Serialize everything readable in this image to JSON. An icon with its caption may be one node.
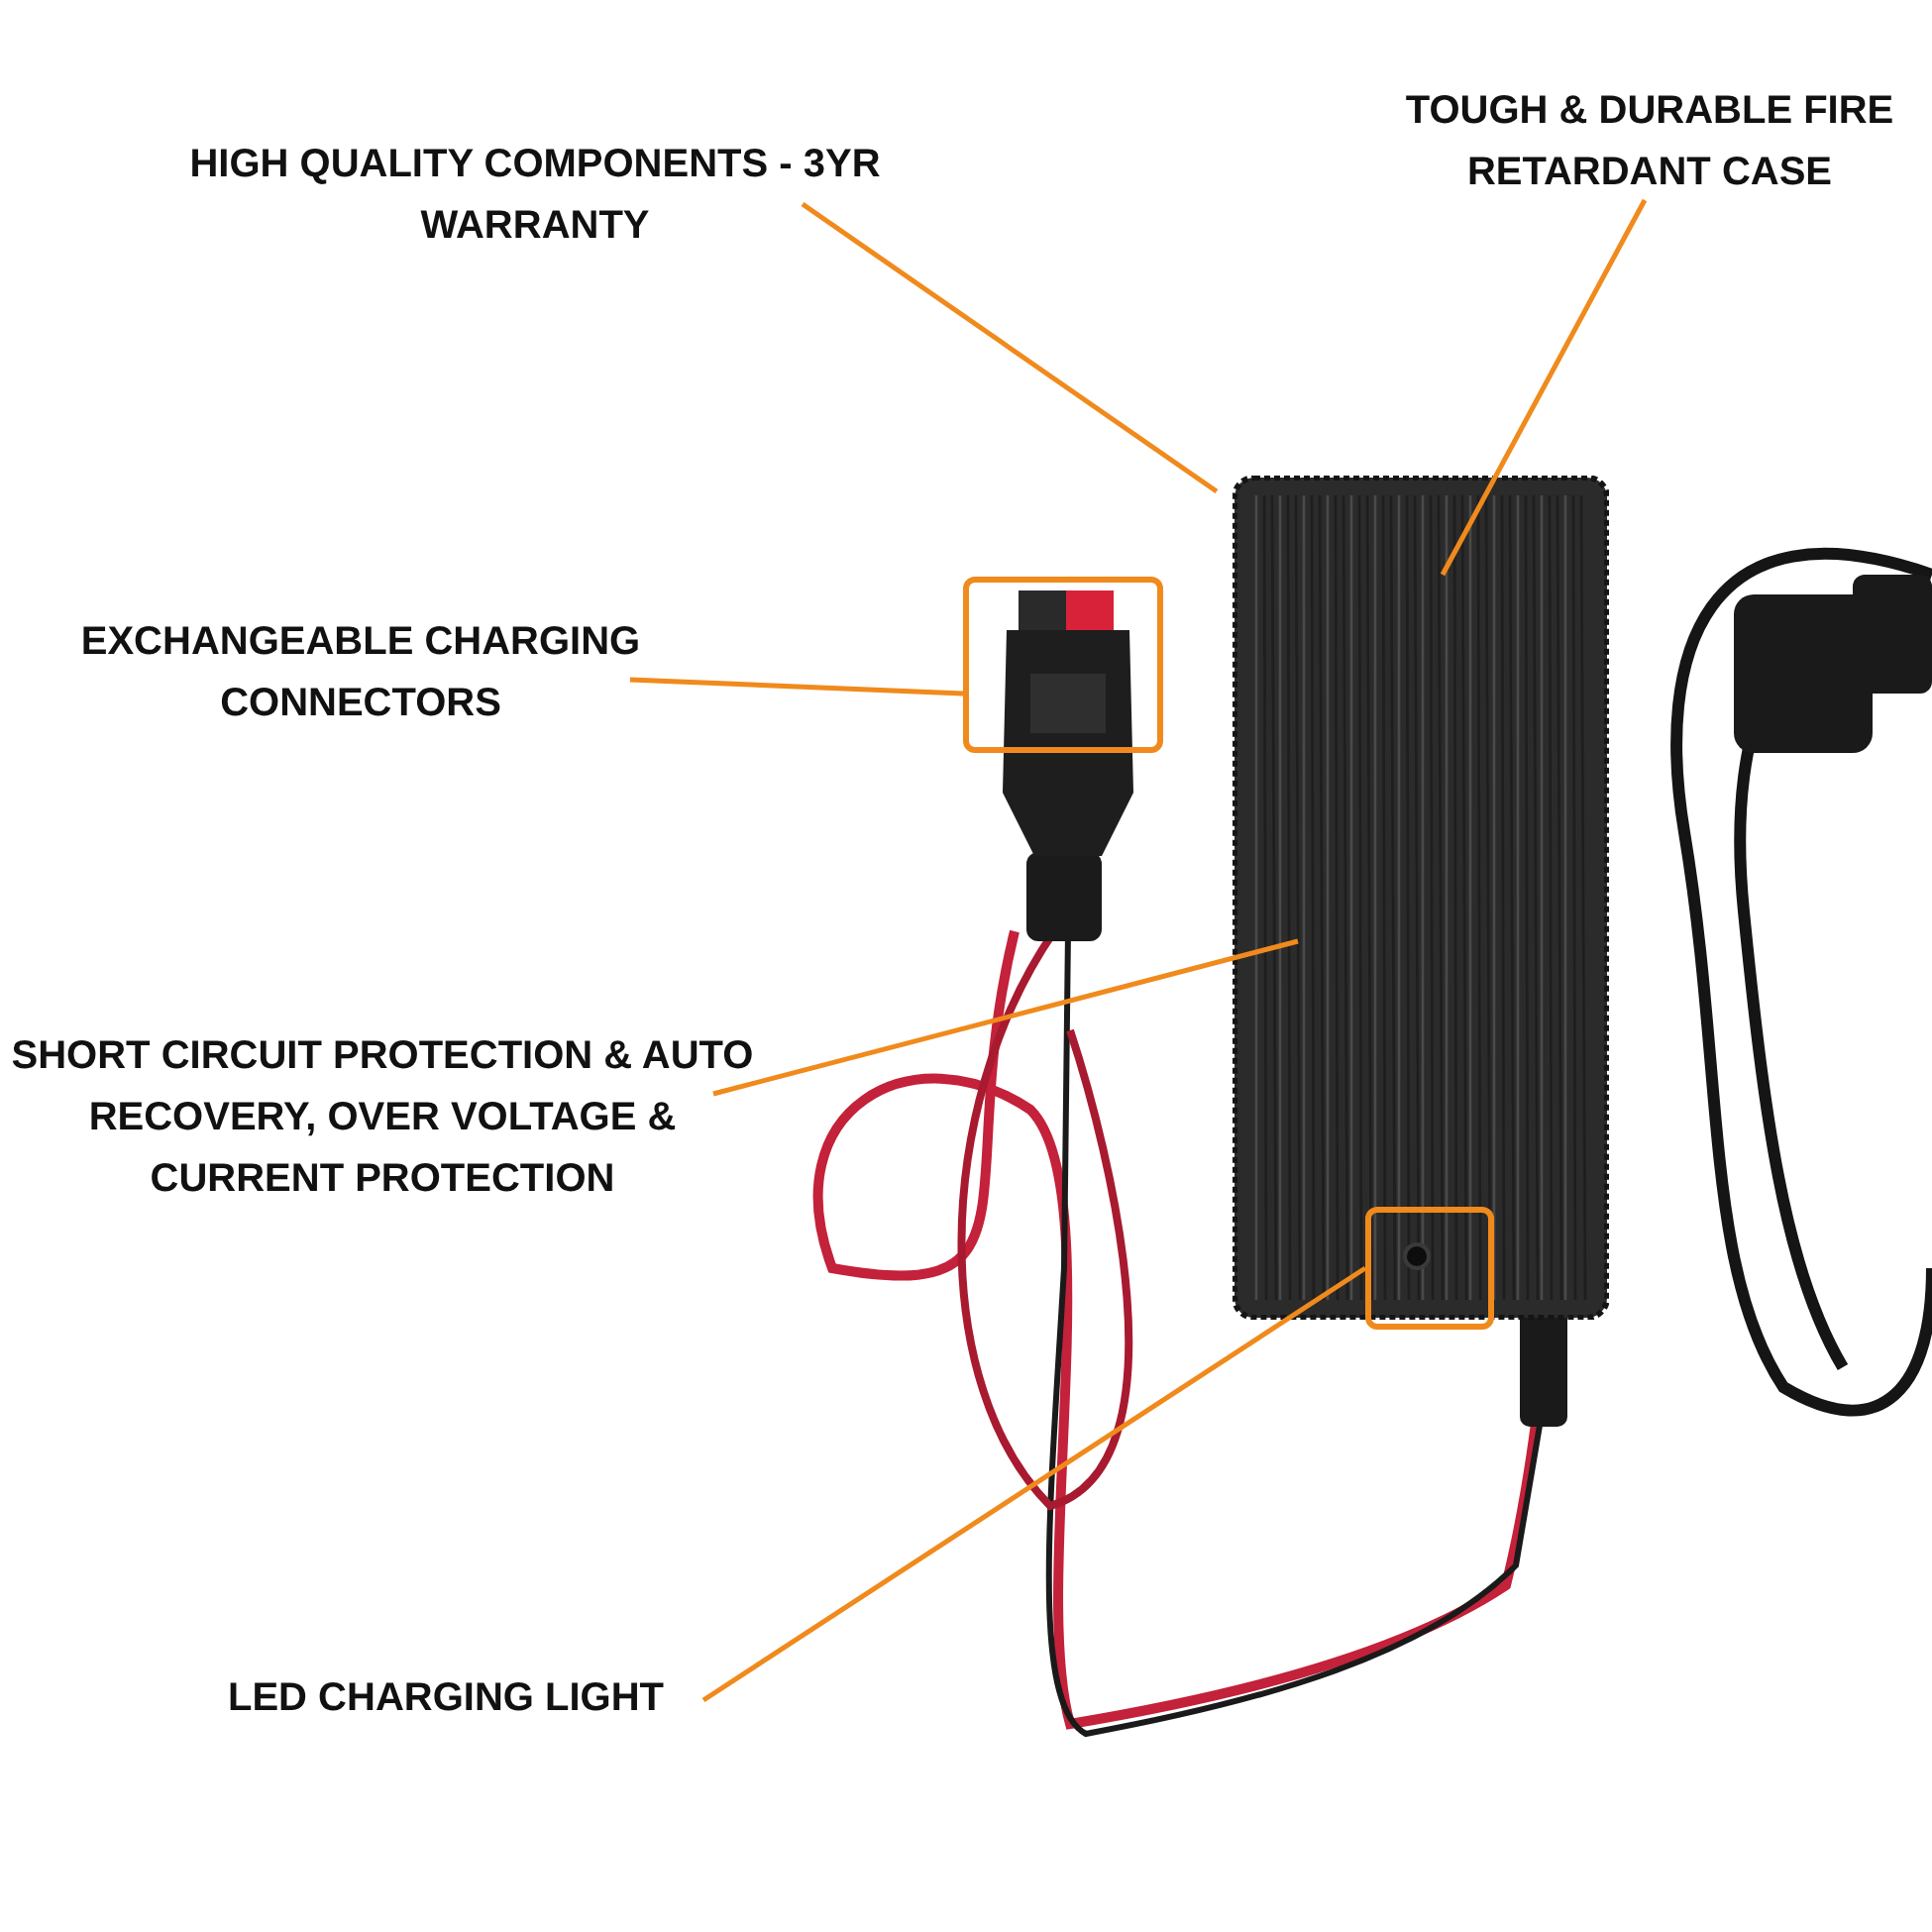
{
  "diagram": {
    "nodes": [
      {
        "text": [
          "HIGH QUALITY COMPONENTS - 3YR WARRANTY"
        ]
      },
      {
        "text": [
          "TOUGH & DURABLE FIRE RETARDANT CASE"
        ]
      },
      {
        "text": [
          "EXCHANGEABLE CHARGING CONNECTORS"
        ]
      },
      {
        "text": [
          "SHORT CIRCUIT PROTECTION & AUTO RECOVERY, OVER VOLTAGE & CURRENT PROTECTION"
        ]
      },
      {
        "text": [
          "LED CHARGING LIGHT"
        ]
      },
      {
        "text": [],
        "shape": "picture"
      },
      {
        "text": [],
        "shape": "box"
      },
      {
        "text": [],
        "shape": "box"
      }
    ],
    "edges": [
      {
        "from": 0,
        "to": 5,
        "arrow": "none"
      },
      {
        "from": 1,
        "to": 5,
        "arrow": "none"
      },
      {
        "from": 2,
        "to": 6,
        "arrow": "none"
      },
      {
        "from": 3,
        "to": 5,
        "arrow": "none"
      },
      {
        "from": 4,
        "to": 7,
        "arrow": "none"
      }
    ]
  }
}
